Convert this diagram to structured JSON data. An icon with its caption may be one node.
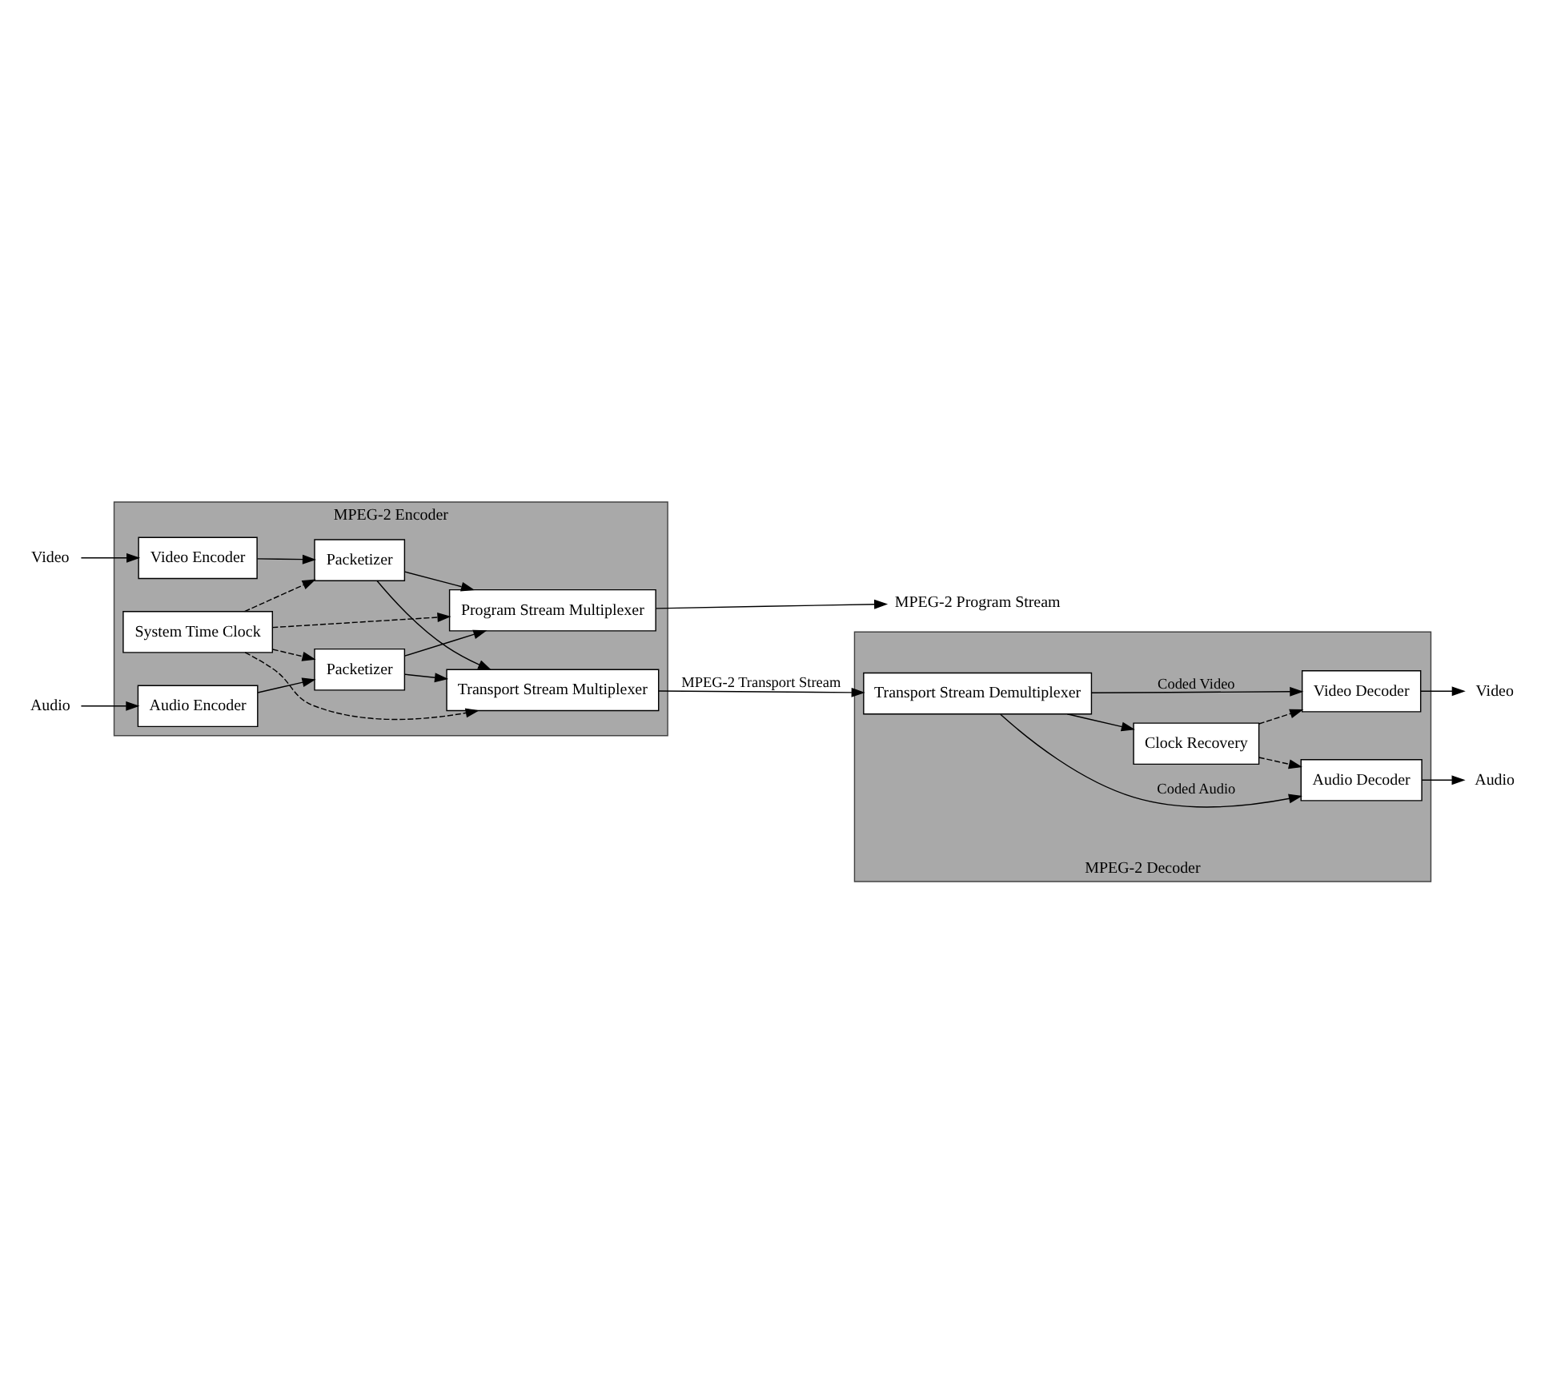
{
  "diagram": {
    "nodes": [
      {
        "text": [
          "MPEG-2 Encoder"
        ]
      },
      {
        "text": [
          "Video Encoder"
        ],
        "in": 0
      },
      {
        "text": [
          "Packetizer"
        ],
        "in": 0
      },
      {
        "text": [
          "System Time Clock"
        ],
        "in": 0
      },
      {
        "text": [
          "Audio Encoder"
        ],
        "in": 0
      },
      {
        "text": [
          "Packetizer"
        ],
        "in": 0
      },
      {
        "text": [
          "Program Stream Multiplexer"
        ],
        "in": 0
      },
      {
        "text": [
          "Transport Stream Multiplexer"
        ],
        "in": 0
      },
      {
        "text": [
          "Video"
        ]
      },
      {
        "text": [
          "Audio"
        ]
      },
      {
        "text": [
          "MPEG-2 Program Stream"
        ]
      },
      {
        "text": [
          "MPEG-2 Decoder"
        ]
      },
      {
        "text": [
          "Transport Stream Demultiplexer"
        ],
        "in": 11
      },
      {
        "text": [
          "Video Decoder"
        ],
        "in": 11
      },
      {
        "text": [
          "Clock Recovery"
        ],
        "in": 11
      },
      {
        "text": [
          "Audio Decoder"
        ],
        "in": 11
      },
      {
        "text": [
          "Video"
        ]
      },
      {
        "text": [
          "Audio"
        ]
      }
    ],
    "edges": [
      {
        "from": 8,
        "to": 1,
        "arrow": "to"
      },
      {
        "from": 9,
        "to": 4,
        "arrow": "to"
      },
      {
        "from": 1,
        "to": 2,
        "arrow": "to"
      },
      {
        "from": 4,
        "to": 5,
        "arrow": "to"
      },
      {
        "from": 3,
        "to": 2,
        "arrow": "to",
        "style": "dashed"
      },
      {
        "from": 3,
        "to": 5,
        "arrow": "to",
        "style": "dashed"
      },
      {
        "from": 2,
        "to": 6,
        "arrow": "to"
      },
      {
        "from": 2,
        "to": 7,
        "arrow": "to"
      },
      {
        "from": 5,
        "to": 6,
        "arrow": "to"
      },
      {
        "from": 5,
        "to": 7,
        "arrow": "to"
      },
      {
        "from": 3,
        "to": 6,
        "arrow": "to",
        "style": "dashed"
      },
      {
        "from": 3,
        "to": 7,
        "arrow": "to",
        "style": "dashed"
      },
      {
        "from": 6,
        "to": 10,
        "arrow": "to"
      },
      {
        "from": 7,
        "to": 12,
        "arrow": "to",
        "label": "MPEG-2 Transport Stream"
      },
      {
        "from": 12,
        "to": 13,
        "arrow": "to",
        "label": "Coded Video"
      },
      {
        "from": 12,
        "to": 14,
        "arrow": "to"
      },
      {
        "from": 12,
        "to": 15,
        "arrow": "to",
        "label": "Coded Audio"
      },
      {
        "from": 14,
        "to": 13,
        "arrow": "to",
        "style": "dashed"
      },
      {
        "from": 14,
        "to": 15,
        "arrow": "to",
        "style": "dashed"
      },
      {
        "from": 13,
        "to": 16,
        "arrow": "to"
      },
      {
        "from": 15,
        "to": 17,
        "arrow": "to"
      }
    ]
  }
}
